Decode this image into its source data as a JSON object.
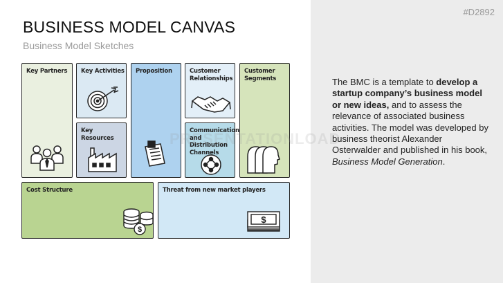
{
  "slide": {
    "code": "#D2892",
    "title": "BUSINESS MODEL CANVAS",
    "subtitle": "Business Model Sketches",
    "watermark": "PRESENTATIONLOAD"
  },
  "canvas": {
    "key_partners": "Key Partners",
    "key_activities": "Key Activities",
    "key_resources": "Key Resources",
    "proposition": "Proposition",
    "customer_relationships": "Customer Relationships",
    "channels": "Communication and Distribution Channels",
    "customer_segments": "Customer Segments",
    "cost_structure": "Cost Structure",
    "threat": "Threat from new market players",
    "currency_symbol": "$"
  },
  "description": {
    "part1": "The BMC is a template to ",
    "bold": "develop a startup company’s business model or new ideas,",
    "part2": " and to assess the relevance of associated business activities. The model was developed by business theorist Alexander Osterwalder and published in his book, ",
    "italic": "Business Model Generation",
    "part3": "."
  },
  "colors": {
    "key_partners": "#eaf0e0",
    "key_activities": "#dbe9f3",
    "key_resources": "#ccd6e4",
    "proposition": "#aed2ef",
    "customer_relationships": "#e3eff8",
    "channels": "#b6dbe9",
    "customer_segments": "#d6e4bb",
    "cost_structure": "#b9d491",
    "threat": "#d2e8f6",
    "right_panel": "#ececec"
  },
  "icons": [
    "people-group-icon",
    "target-icon",
    "factory-icon",
    "notes-icon",
    "handshake-icon",
    "network-icon",
    "heads-icon",
    "coins-icon",
    "money-icon"
  ]
}
